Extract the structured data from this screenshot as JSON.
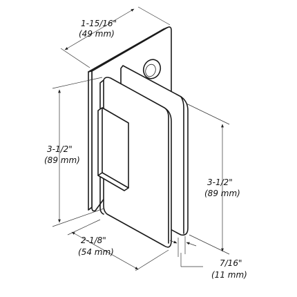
{
  "drawing": {
    "colors": {
      "line": "#1a1a1a",
      "background": "#ffffff"
    },
    "dimensions": {
      "top_width": {
        "imperial": "1-15/16\"",
        "metric": "(49 mm)"
      },
      "left_height": {
        "imperial": "3-1/2\"",
        "metric": "(89 mm)"
      },
      "right_height": {
        "imperial": "3-1/2\"",
        "metric": "(89 mm)"
      },
      "bottom_width": {
        "imperial": "2-1/8\"",
        "metric": "(54 mm)"
      },
      "gap": {
        "imperial": "7/16\"",
        "metric": "(11 mm)"
      }
    }
  }
}
